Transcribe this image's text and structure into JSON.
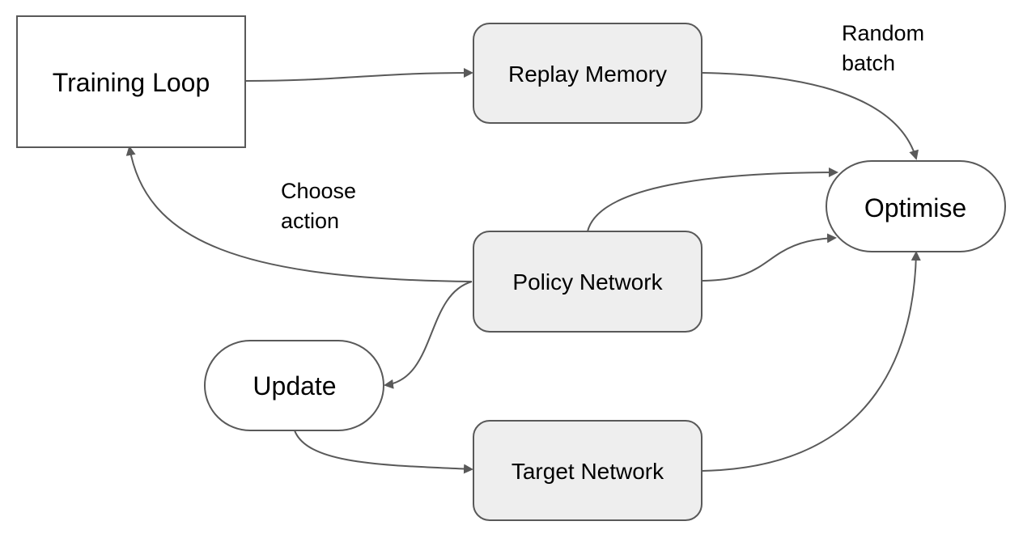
{
  "diagram": {
    "colors": {
      "stroke": "#595959",
      "fill_process": "#eeeeee",
      "fill_plain": "#ffffff",
      "text": "#000000"
    },
    "nodes": {
      "training_loop": "Training Loop",
      "replay_memory": "Replay Memory",
      "optimise": "Optimise",
      "policy_network": "Policy Network",
      "update": "Update",
      "target_network": "Target Network"
    },
    "edge_labels": {
      "random_batch": [
        "Random",
        "batch"
      ],
      "choose_action": [
        "Choose",
        "action"
      ]
    },
    "edges": [
      {
        "from": "Training Loop",
        "to": "Replay Memory"
      },
      {
        "from": "Replay Memory",
        "to": "Optimise"
      },
      {
        "from": "Policy Network",
        "to": "Optimise"
      },
      {
        "from": "Policy Network",
        "to": "Optimise"
      },
      {
        "from": "Policy Network",
        "to": "Training Loop"
      },
      {
        "from": "Policy Network",
        "to": "Update"
      },
      {
        "from": "Update",
        "to": "Target Network"
      },
      {
        "from": "Target Network",
        "to": "Optimise"
      }
    ]
  }
}
